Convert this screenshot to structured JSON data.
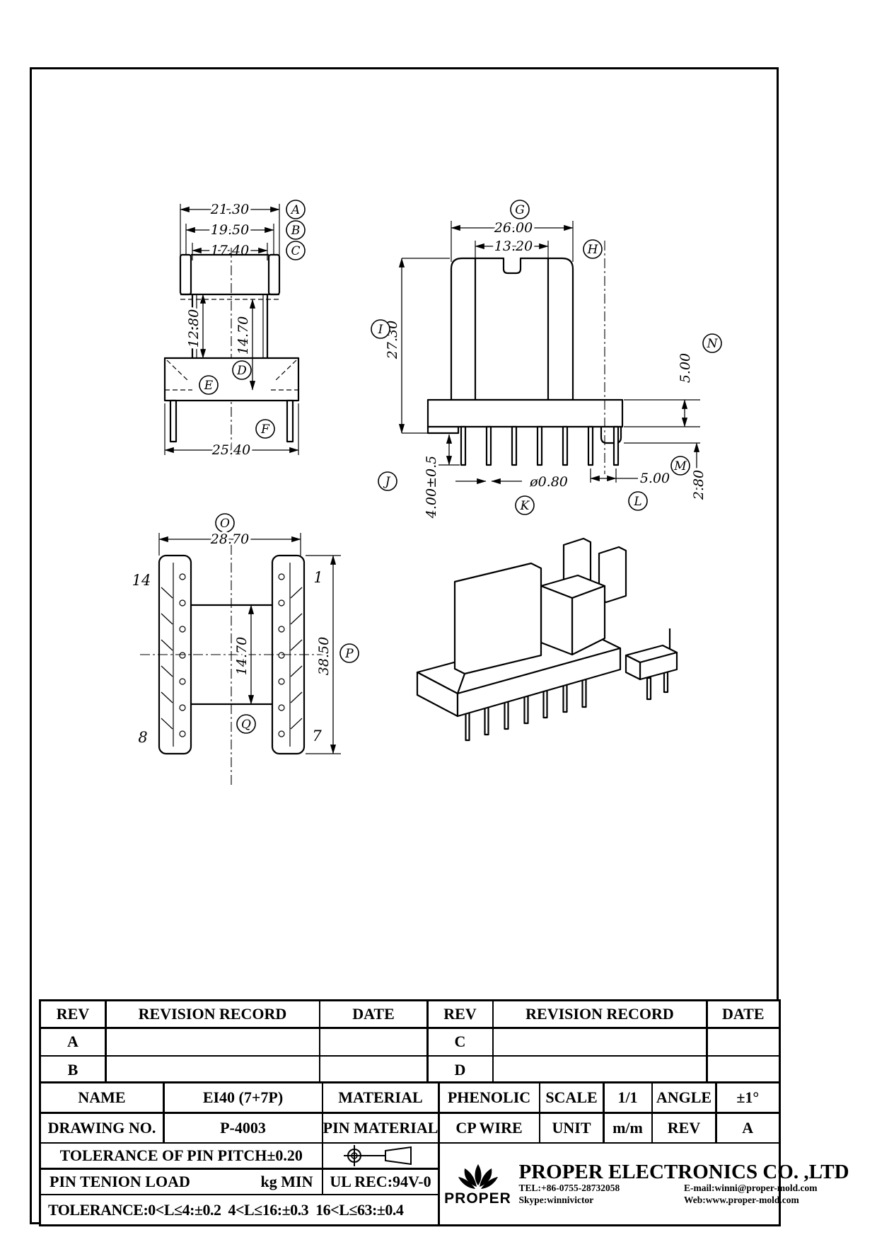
{
  "front_view": {
    "label_a": "A",
    "dim_a": "21.30",
    "label_b": "B",
    "dim_b": "19.50",
    "label_c": "C",
    "dim_c": "17.40",
    "label_d": "D",
    "dim_d": "14.70",
    "label_e": "E",
    "dim_e": "12.80",
    "label_f": "F",
    "dim_f": "25.40"
  },
  "side_view": {
    "label_g": "G",
    "dim_g": "26.00",
    "label_h": "H",
    "dim_h": "13.20",
    "label_i": "I",
    "dim_i": "27.30",
    "label_j": "J",
    "dim_j": "4.00±0.5",
    "label_k": "K",
    "dim_k": "ø0.80",
    "label_l": "L",
    "dim_l": "5.00",
    "label_m": "M",
    "dim_m": "2.80",
    "label_n": "N",
    "dim_n": "5.00"
  },
  "top_view": {
    "label_o": "O",
    "dim_o": "28.70",
    "label_p": "P",
    "dim_p": "38.50",
    "label_q": "Q",
    "dim_q": "14.70",
    "pin_14": "14",
    "pin_1": "1",
    "pin_8": "8",
    "pin_7": "7"
  },
  "revision_table": {
    "headers": [
      "REV",
      "REVISION RECORD",
      "DATE"
    ],
    "left_rows": [
      "A",
      "B"
    ],
    "right_rows": [
      "C",
      "D"
    ]
  },
  "title_block": {
    "name_label": "NAME",
    "name_value": "EI40 (7+7P)",
    "material_label": "MATERIAL",
    "material_value": "PHENOLIC",
    "scale_label": "SCALE",
    "scale_value": "1/1",
    "angle_label": "ANGLE",
    "angle_value": "±1°",
    "drawing_no_label": "DRAWING NO.",
    "drawing_no_value": "P-4003",
    "pin_material_label": "PIN MATERIAL",
    "pin_material_value": "CP WIRE",
    "unit_label": "UNIT",
    "unit_value": "m/m",
    "rev_label": "REV",
    "rev_value": "A",
    "pin_pitch_tolerance": "TOLERANCE OF PIN PITCH±0.20",
    "pin_tension_label": "PIN TENION LOAD",
    "pin_tension_value": "kg MIN",
    "ul_rec": "UL REC:94V-0",
    "length_tolerance": "TOLERANCE:0<L≤4:±0.2  4<L≤16:±0.3  16<L≤63:±0.4"
  },
  "company": {
    "logo_text": "PROPER",
    "name": "PROPER ELECTRONICS CO. ,LTD",
    "tel": "TEL:+86-0755-28732058",
    "email": "E-mail:winni@proper-mold.com",
    "skype": "Skype:winnivictor",
    "web": "Web:www.proper-mold.com"
  }
}
